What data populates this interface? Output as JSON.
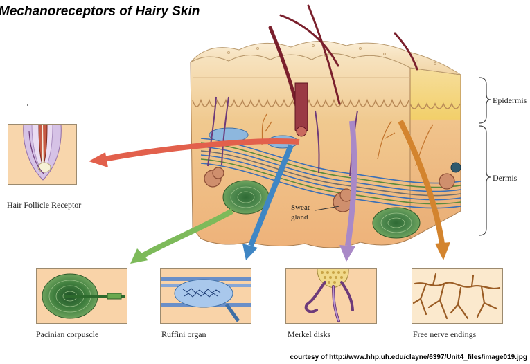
{
  "title": "Mechanoreceptors of Hairy Skin",
  "layers": {
    "epidermis": "Epidermis",
    "dermis": "Dermis"
  },
  "sweat_gland": "Sweat\ngland",
  "receptors": {
    "hair_follicle": "Hair Follicle Receptor",
    "pacinian": "Pacinian corpuscle",
    "ruffini": "Ruffini organ",
    "merkel": "Merkel disks",
    "free_nerve": "Free nerve endings"
  },
  "credit": "courtesy of http://www.hhp.uh.edu/clayne/6397/Unit4_files/image019.jpg",
  "colors": {
    "skin_top": "#f6dfb8",
    "skin_side": "#f3c68c",
    "dermis": "#f4c58f",
    "arrow_red": "#e2604c",
    "arrow_green": "#7dba5a",
    "arrow_blue": "#3f86c4",
    "arrow_purple": "#a989c7",
    "arrow_orange": "#d3842e",
    "hair": "#7a1f2c",
    "nerve": "#6d3a7a"
  }
}
